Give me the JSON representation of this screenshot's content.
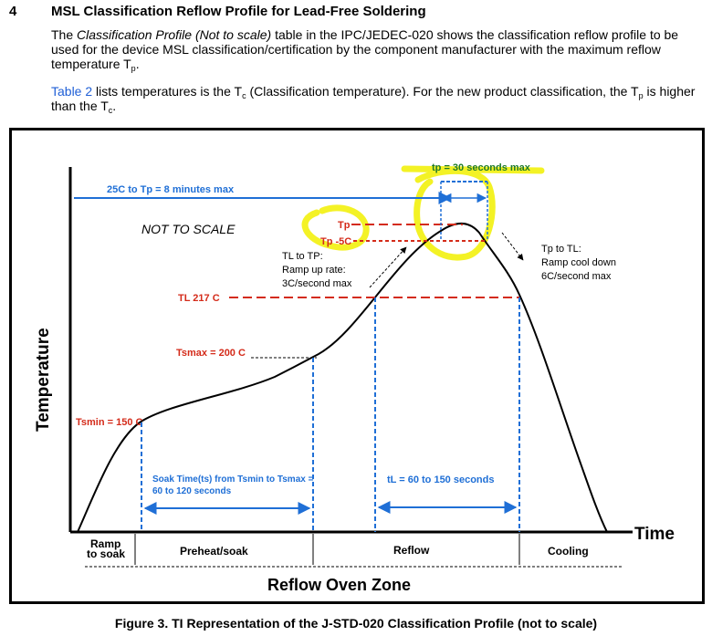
{
  "section": {
    "number": "4",
    "title": "MSL Classification Reflow Profile for Lead-Free Soldering"
  },
  "paragraph1": {
    "pre": "The ",
    "emph": "Classification Profile (Not to scale)",
    "post": " table in the IPC/JEDEC-020 shows the classification reflow profile to be used for the device MSL classification/certification by the component manufacturer with the maximum reflow temperature T",
    "sub": "p",
    "end": "."
  },
  "paragraph2": {
    "link": "Table 2",
    "pre": " lists temperatures is the T",
    "sub1": "c",
    "mid": " (Classification temperature). For the new product classification, the T",
    "sub2": "p",
    "mid2": " is higher than the T",
    "sub3": "c",
    "end": "."
  },
  "diagram": {
    "not_to_scale": "NOT TO SCALE",
    "ramp_total": "25C to Tp = 8 minutes max",
    "tp_time": "tp = 30 seconds max",
    "tp_label": "Tp",
    "tp_minus5": "Tp -5C",
    "tl_to_tp": [
      "TL to TP:",
      "Ramp up rate:",
      "3C/second max"
    ],
    "tp_to_tl": [
      "Tp to TL:",
      "Ramp cool down",
      "6C/second max"
    ],
    "tl_temp": "TL 217 C",
    "tsmax": "Tsmax = 200 C",
    "tsmin": "Tsmin = 150 C",
    "soak_time": [
      "Soak Time(ts) from Tsmin to Tsmax =",
      "60 to 120 seconds"
    ],
    "tl_time": "tL = 60 to 150 seconds",
    "y_axis": "Temperature",
    "x_axis": "Time",
    "zones": [
      "Ramp",
      "to soak",
      "Preheat/soak",
      "Reflow",
      "Cooling"
    ],
    "zone_title": "Reflow Oven Zone"
  },
  "colors": {
    "blue": "#1f6fd6",
    "red": "#d42b1a",
    "highlight": "#f2f000",
    "link": "#1f5fd6"
  },
  "caption": "Figure 3. TI Representation of the J-STD-020 Classification Profile (not to scale)"
}
